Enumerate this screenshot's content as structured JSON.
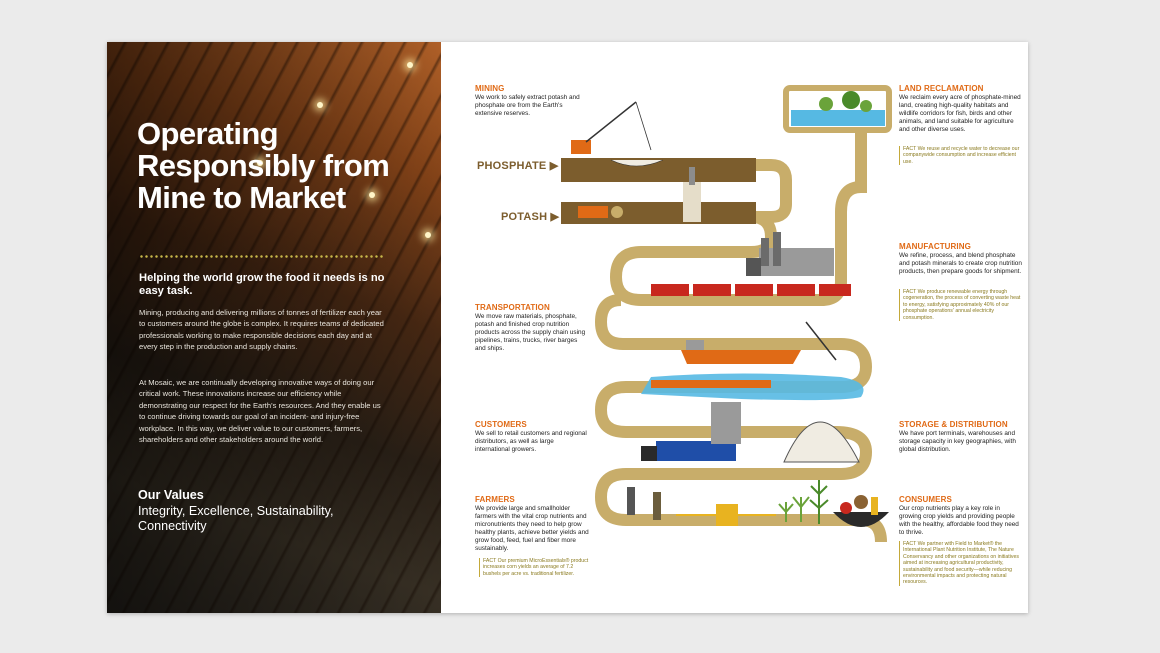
{
  "hero": {
    "title": "Operating Responsibly from Mine to Market",
    "subhead": "Helping the world grow the food it needs is no easy task.",
    "body1": "Mining, producing and delivering millions of tonnes of fertilizer each year to customers around the globe is complex. It requires teams of dedicated professionals working to make responsible decisions each day and at every step in the production and supply chains.",
    "body2": "At Mosaic, we are continually developing innovative ways of doing our critical work. These innovations increase our efficiency while demonstrating our respect for the Earth's resources. And they enable us to continue driving towards our goal of an incident- and injury-free workplace. In this way, we deliver value to our customers, farmers, shareholders and other stakeholders around the world.",
    "values_heading": "Our Values",
    "values_text": "Integrity, Excellence, Sustainability, Connectivity"
  },
  "labels": {
    "phosphate": "PHOSPHATE",
    "potash": "POTASH"
  },
  "sections": {
    "mining": {
      "title": "MINING",
      "text": "We work to safely extract potash and phosphate ore from the Earth's extensive reserves."
    },
    "land": {
      "title": "LAND RECLAMATION",
      "text": "We reclaim every acre of phosphate-mined land, creating high-quality habitats and wildlife corridors for fish, birds and other animals, and land suitable for agriculture and other diverse uses.",
      "fact": "FACT We reuse and recycle water to decrease our companywide consumption and increase efficient use."
    },
    "manufacturing": {
      "title": "MANUFACTURING",
      "text": "We refine, process, and blend phosphate and potash minerals to create crop nutrition products, then prepare goods for shipment.",
      "fact": "FACT We produce renewable energy through cogeneration, the process of converting waste heat to energy, satisfying approximately 40% of our phosphate operations' annual electricity consumption."
    },
    "transportation": {
      "title": "TRANSPORTATION",
      "text": "We move raw materials, phosphate, potash and finished crop nutrition products across the supply chain using pipelines, trains, trucks, river barges and ships."
    },
    "customers": {
      "title": "CUSTOMERS",
      "text": "We sell to retail customers and regional distributors, as well as large international growers."
    },
    "storage": {
      "title": "STORAGE & DISTRIBUTION",
      "text": "We have port terminals, warehouses and storage capacity in key geographies, with global distribution."
    },
    "farmers": {
      "title": "FARMERS",
      "text": "We provide large and smallholder farmers with the vital crop nutrients and micronutrients they need to help grow healthy plants, achieve better yields and grow food, feed, fuel and fiber more sustainably.",
      "fact": "FACT Our premium MicroEssentials® product increases corn yields an average of 7.2 bushels per acre vs. traditional fertilizer."
    },
    "consumers": {
      "title": "CONSUMERS",
      "text": "Our crop nutrients play a key role in growing crop yields and providing people with the healthy, affordable food they need to thrive.",
      "fact": "FACT We partner with Field to Market® the International Plant Nutrition Institute, The Nature Conservancy and other organizations on initiatives aimed at increasing agricultural productivity, sustainability and food security—while reducing environmental impacts and protecting natural resources."
    }
  },
  "colors": {
    "path": "#c8ad6a",
    "accent": "#e06a16",
    "soil": "#7c5d2d",
    "water": "#56b9e3"
  }
}
